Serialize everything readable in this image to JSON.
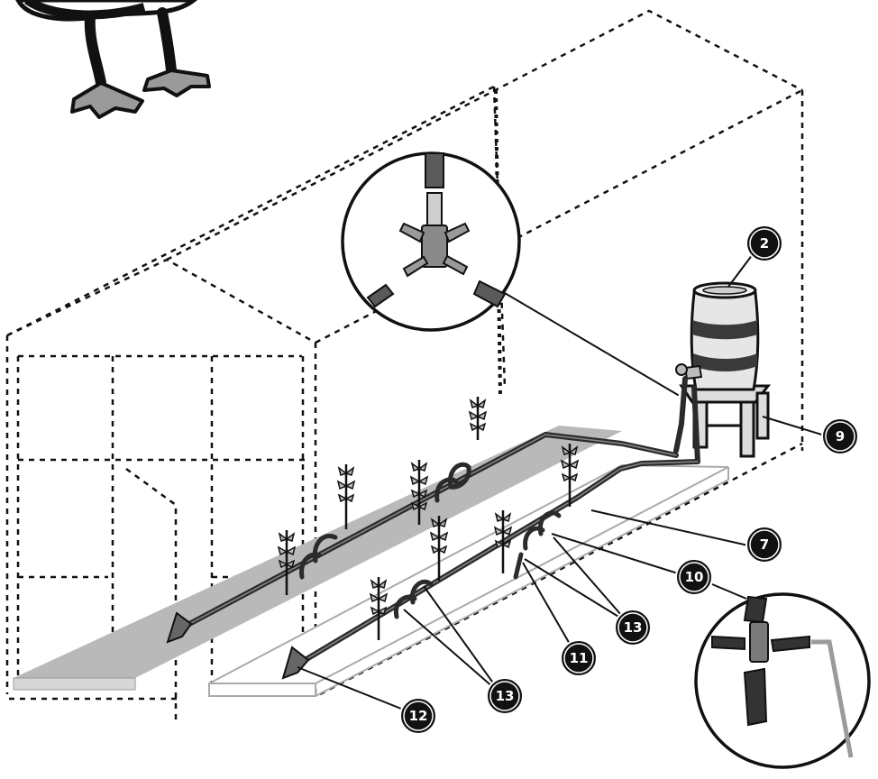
{
  "callouts": [
    {
      "id": "callout-2",
      "label": "2"
    },
    {
      "id": "callout-9",
      "label": "9"
    },
    {
      "id": "callout-7",
      "label": "7"
    },
    {
      "id": "callout-10",
      "label": "10"
    },
    {
      "id": "callout-13a",
      "label": "13"
    },
    {
      "id": "callout-11",
      "label": "11"
    },
    {
      "id": "callout-13b",
      "label": "13"
    },
    {
      "id": "callout-12",
      "label": "12"
    }
  ],
  "colors": {
    "bed_gray": "#b9b9b9",
    "pipe": "#2b2b2b",
    "dots": "#111111",
    "callout_fill": "#111111",
    "callout_text": "#ffffff"
  },
  "icons": [
    "duck-mascot-icon",
    "rain-barrel-icon",
    "manifold-connector-icon",
    "tee-connector-icon",
    "plant-icon",
    "end-cap-icon"
  ]
}
